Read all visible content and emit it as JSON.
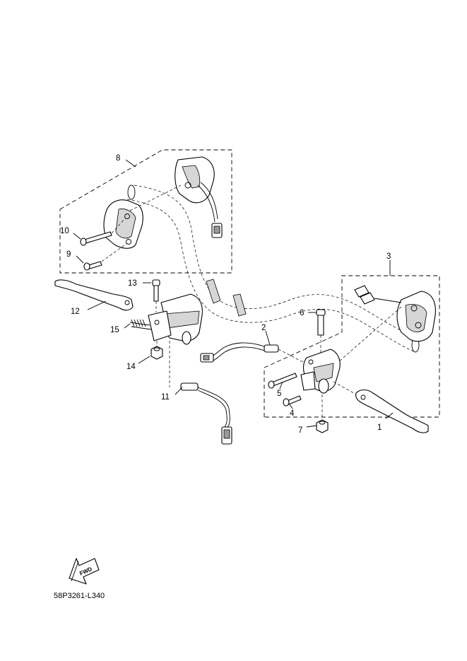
{
  "diagram": {
    "code": "58P3261-L340",
    "fwd_label": "FWD",
    "callouts": [
      {
        "id": "1",
        "text": "1"
      },
      {
        "id": "2",
        "text": "2"
      },
      {
        "id": "3",
        "text": "3"
      },
      {
        "id": "4",
        "text": "4"
      },
      {
        "id": "5",
        "text": "5"
      },
      {
        "id": "6",
        "text": "6"
      },
      {
        "id": "7",
        "text": "7"
      },
      {
        "id": "8",
        "text": "8"
      },
      {
        "id": "9",
        "text": "9"
      },
      {
        "id": "10",
        "text": "10"
      },
      {
        "id": "11",
        "text": "11"
      },
      {
        "id": "12",
        "text": "12"
      },
      {
        "id": "13",
        "text": "13"
      },
      {
        "id": "14",
        "text": "14"
      },
      {
        "id": "15",
        "text": "15"
      }
    ]
  }
}
